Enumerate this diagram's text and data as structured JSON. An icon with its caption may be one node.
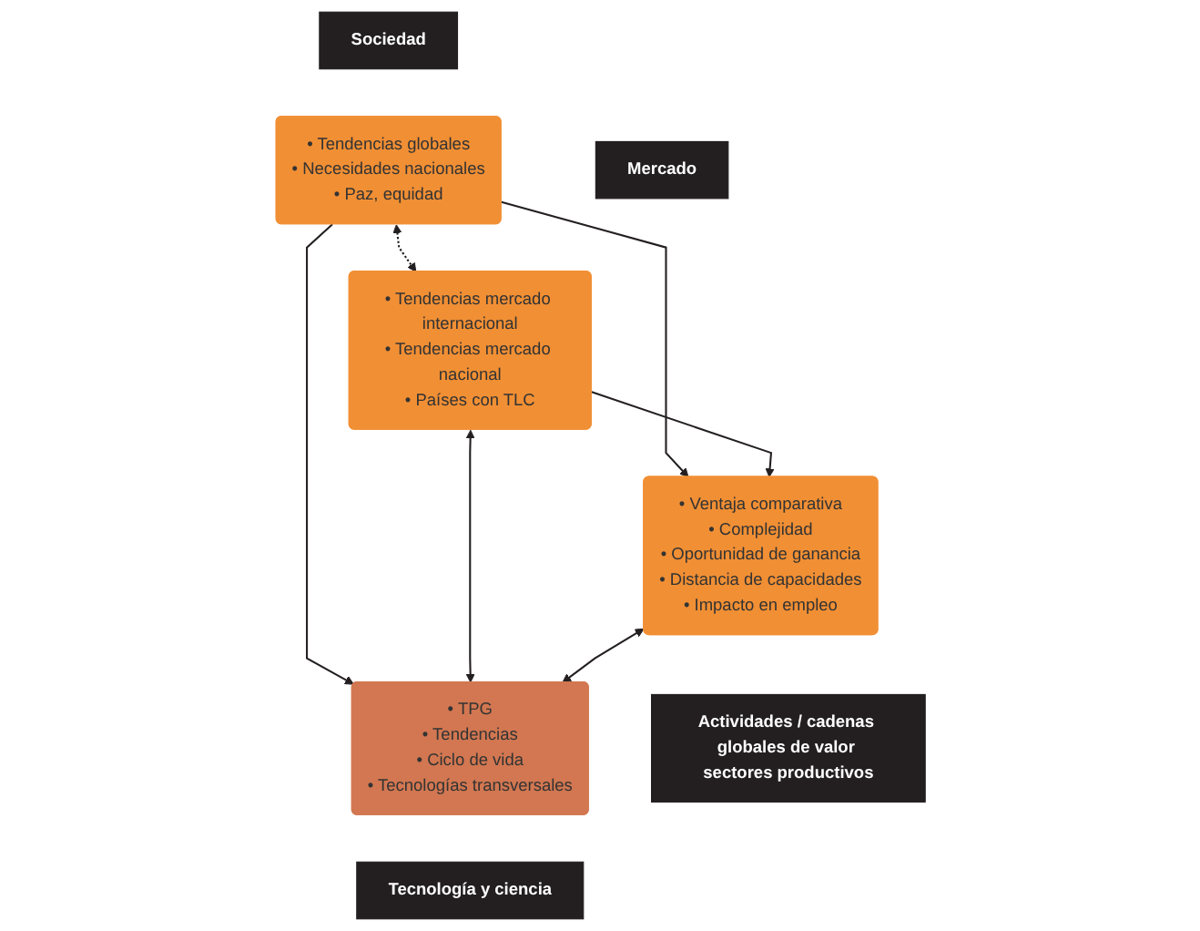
{
  "diagram": {
    "nodes": [
      {
        "text": [
          "Sociedad"
        ]
      },
      {
        "text": [
          "Mercado"
        ]
      },
      {
        "text": [
          "• Tendencias globales",
          "• Necesidades nacionales",
          "• Paz, equidad"
        ]
      },
      {
        "text": [
          "• Tendencias mercado internacional",
          "• Tendencias mercado nacional",
          "• Países con TLC"
        ]
      },
      {
        "text": [
          "• Ventaja comparativa",
          "• Complejidad",
          "• Oportunidad de ganancia",
          "• Distancia de capacidades",
          "• Impacto en empleo"
        ]
      },
      {
        "text": [
          "• TPG",
          "• Tendencias",
          "• Ciclo de vida",
          "• Tecnologías transversales"
        ]
      },
      {
        "text": [
          "Actividades / cadenas globales de valor sectores productivos"
        ]
      },
      {
        "text": [
          "Tecnología y ciencia"
        ]
      }
    ],
    "edges": [
      {
        "from": 2,
        "to": 3,
        "arrow": "both",
        "style": "dashed"
      },
      {
        "from": 2,
        "to": 4,
        "arrow": "to"
      },
      {
        "from": 2,
        "to": 5,
        "arrow": "to"
      },
      {
        "from": 3,
        "to": 4,
        "arrow": "to"
      },
      {
        "from": 3,
        "to": 5,
        "arrow": "both"
      },
      {
        "from": 4,
        "to": 5,
        "arrow": "both"
      }
    ]
  }
}
